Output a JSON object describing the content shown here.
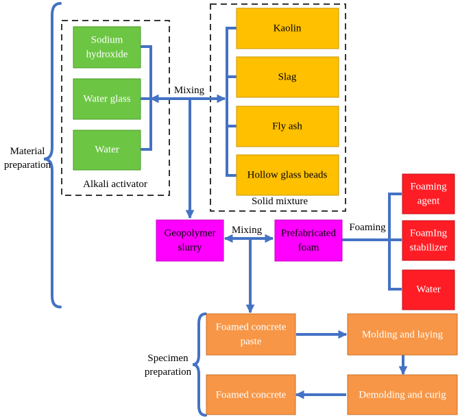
{
  "groups": {
    "material_preparation": [
      "Material",
      "preparation"
    ],
    "specimen_preparation": [
      "Specimen",
      "preparation"
    ],
    "alkali_activator": "Alkali activator",
    "solid_mixture": "Solid mixture"
  },
  "nodes": {
    "sodium_hydroxide": [
      "Sodium",
      "hydroxide"
    ],
    "water_glass": [
      "Water glass"
    ],
    "water_1": [
      "Water"
    ],
    "kaolin": [
      "Kaolin"
    ],
    "slag": [
      "Slag"
    ],
    "fly_ash": [
      "Fly ash"
    ],
    "hollow_glass_beads": [
      "Hollow glass beads"
    ],
    "geopolymer_slurry": [
      "Geopolymer",
      "slurry"
    ],
    "prefabricated_foam": [
      "Prefabricated",
      "foam"
    ],
    "foaming_agent": [
      "Foaming",
      "agent"
    ],
    "foaming_stabilizer": [
      "FoamIng",
      "stabilizer"
    ],
    "water_2": [
      "Water"
    ],
    "foamed_concrete_paste": [
      "Foamed concrete",
      "paste"
    ],
    "molding_and_laying": [
      "Molding and laying"
    ],
    "demolding_and_curing": [
      "Demolding and curig"
    ],
    "foamed_concrete": [
      "Foamed concrete"
    ]
  },
  "edge_labels": {
    "mixing_1": "Mixing",
    "mixing_2": "Mixing",
    "foaming": "Foaming"
  },
  "colors": {
    "green": "#6CC644",
    "orange_yellow": "#FFC000",
    "magenta": "#FF00FF",
    "red": "#FF1D25",
    "orange": "#F79646",
    "arrow_blue": "#4472C4"
  }
}
